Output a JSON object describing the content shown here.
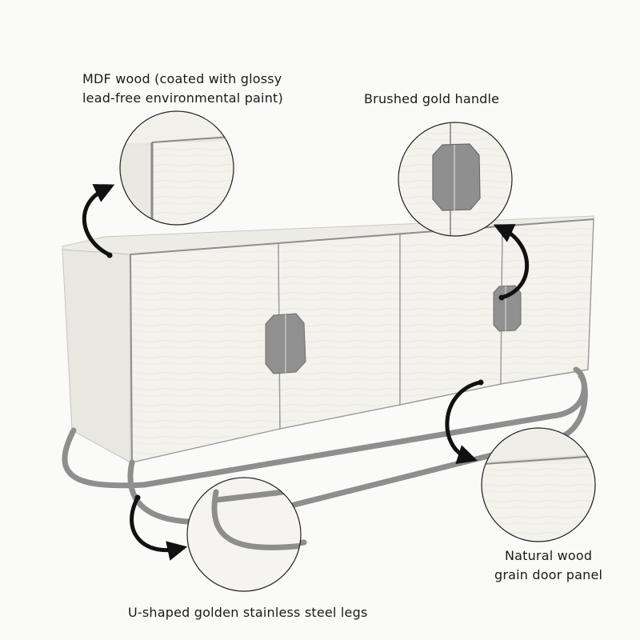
{
  "callouts": {
    "mdf": {
      "line1": "MDF wood (coated with glossy",
      "line2": "lead-free environmental paint)"
    },
    "handle": {
      "line1": "Brushed gold handle"
    },
    "panel": {
      "line1": "Natural wood",
      "line2": "grain door panel"
    },
    "legs": {
      "line1": "U-shaped golden stainless steel legs"
    }
  },
  "colors": {
    "background": "#fafaf8",
    "cabinet_white": "#f2f1ec",
    "cabinet_shade": "#e6e5df",
    "metal_gray": "#8d8d8d",
    "handle_gray": "#8f8f8f",
    "arrow_black": "#111111",
    "text": "#1a1a1a"
  },
  "icons": [
    "curved-arrow-icon",
    "octagon-handle-icon"
  ]
}
